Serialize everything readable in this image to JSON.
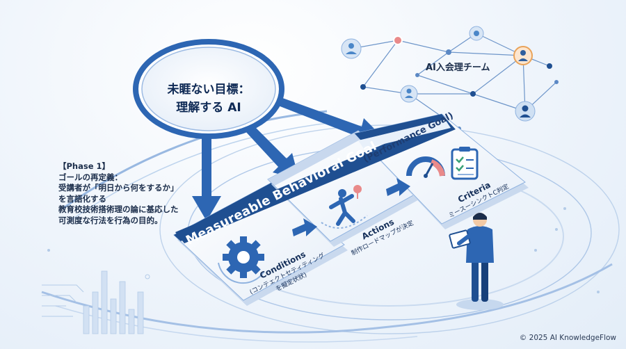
{
  "goal_bubble": {
    "line1": "未睚ない目標：",
    "line2": "理解する AI"
  },
  "phase_note": {
    "lines": [
      "【Phase 1】",
      "ゴールの再定義：",
      "受講者が「明日から何をするか」",
      "を言語化する",
      "教育校技術搭術理の論に基応した",
      "可測度な行法を行為の目的。"
    ]
  },
  "team_label": "AI入会理チーム",
  "banner": {
    "primary": "Measureable Behavioral Goal",
    "secondary": "(Performance Goal)"
  },
  "cards": [
    {
      "title": "Conditions",
      "subtitle_1": "(コンテェクトセティティング",
      "subtitle_2": "を擬定状狀)",
      "icon": "gear-icon"
    },
    {
      "title": "Actions",
      "subtitle_1": "制作ロードマップが決定",
      "subtitle_2": "",
      "icon": "running-person-icon"
    },
    {
      "title": "Criteria",
      "subtitle_1": "ミースーシンクトC判定",
      "subtitle_2": "",
      "icon": "gauge-checklist-icon"
    }
  ],
  "copyright": "© 2025 AI KnowledgeFlow",
  "colors": {
    "primary": "#1f4f91",
    "accent": "#4a86c8",
    "light": "#cfe0f3",
    "pink": "#e98a8a",
    "orange": "#e9a35a"
  }
}
